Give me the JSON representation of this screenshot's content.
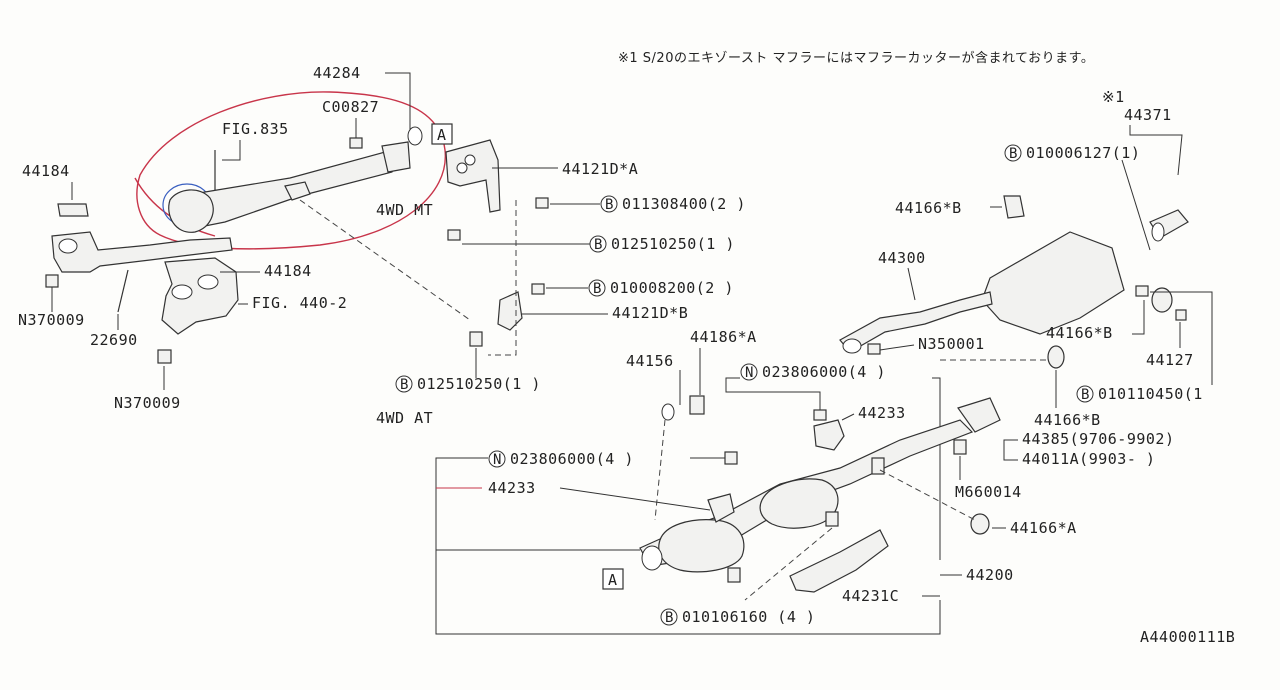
{
  "note": "※1 S/20のエキゾースト マフラーにはマフラーカッターが含まれております。",
  "diagram_id": "A44000111B",
  "ref_marker": "※1",
  "box_marker": "A",
  "bolt_symbol": "B",
  "nut_symbol": "N",
  "labels": {
    "p44284": "44284",
    "c00827": "C00827",
    "fig835": "FIG.835",
    "p44184_top": "44184",
    "p44184_mid": "44184",
    "fig440": "FIG. 440-2",
    "n370009_left": "N370009",
    "p22690": "22690",
    "n370009_bottom": "N370009",
    "p44121da": "44121D*A",
    "b011308400": "011308400(2 )",
    "b012510250_a": "012510250(1 )",
    "b010008200": "010008200(2 )",
    "p44121db": "44121D*B",
    "b012510250_b": "012510250(1 )",
    "mt": "4WD MT",
    "at": "4WD AT",
    "p44371": "44371",
    "b010006127": "010006127(1)",
    "p44166b_top": "44166*B",
    "p44300": "44300",
    "p44166b_mid": "44166*B",
    "p44127": "44127",
    "n350001": "N350001",
    "b010110450": "010110450(1",
    "p44166b_bottom": "44166*B",
    "p44186a": "44186*A",
    "p44156": "44156",
    "n023806000_top": "023806000(4 )",
    "p44233_top": "44233",
    "p44385": "44385(9706-9902)",
    "p44011a": "44011A(9903-     )",
    "n023806000_left": "023806000(4 )",
    "p44233_left": "44233",
    "m660014": "M660014",
    "p44166a": "44166*A",
    "p44200": "44200",
    "p44231c": "44231C",
    "b010106160": "010106160 (4 )"
  }
}
